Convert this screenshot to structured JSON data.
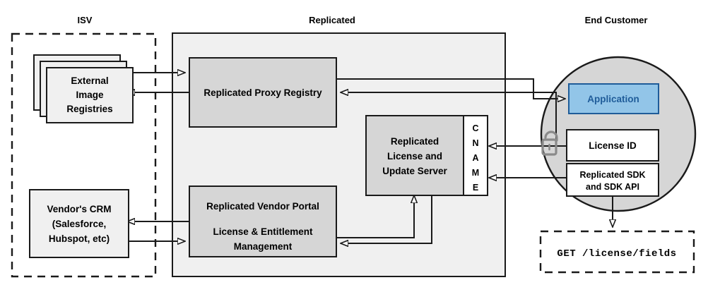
{
  "diagram": {
    "title_bar": {
      "isv": "ISV",
      "replicated": "Replicated",
      "end_customer": "End Customer"
    },
    "zones": [
      {
        "key": "isv",
        "label": "ISV",
        "style": "dashed"
      },
      {
        "key": "replicated",
        "label": "Replicated",
        "style": "filled"
      },
      {
        "key": "end_customer",
        "label": "End Customer",
        "style": "circle"
      }
    ],
    "nodes": {
      "external_image_registries": {
        "lines": [
          "External",
          "Image",
          "Registries"
        ],
        "zone": "isv",
        "shape": "stacked-rectangles",
        "stack_count": 3
      },
      "vendors_crm": {
        "lines": [
          "Vendor's CRM",
          "(Salesforce,",
          "Hubspot, etc)"
        ],
        "zone": "isv",
        "shape": "rectangle"
      },
      "replicated_proxy_registry": {
        "lines": [
          "Replicated Proxy Registry"
        ],
        "zone": "replicated",
        "shape": "rectangle"
      },
      "replicated_license_update_server": {
        "lines": [
          "Replicated",
          "License and",
          "Update Server"
        ],
        "zone": "replicated",
        "shape": "rectangle"
      },
      "cname_strip": {
        "letters": [
          "C",
          "N",
          "A",
          "M",
          "E"
        ],
        "label": "CNAME",
        "zone": "replicated",
        "shape": "vertical-strip"
      },
      "replicated_vendor_portal": {
        "lines": [
          "Replicated Vendor Portal",
          "",
          "License & Entitlement",
          "Management"
        ],
        "zone": "replicated",
        "shape": "rectangle"
      },
      "application": {
        "lines": [
          "Application"
        ],
        "zone": "end_customer",
        "shape": "rectangle",
        "highlight": true
      },
      "license_id": {
        "lines": [
          "License ID"
        ],
        "zone": "end_customer",
        "shape": "rectangle"
      },
      "replicated_sdk": {
        "lines": [
          "Replicated SDK",
          "and SDK API"
        ],
        "zone": "end_customer",
        "shape": "rectangle"
      },
      "license_fields_request": {
        "lines": [
          "GET /license/fields"
        ],
        "zone": "end_customer",
        "shape": "dashed-rectangle",
        "monospace": true
      },
      "unlock_icon": {
        "name": "unlock-icon",
        "zone": "end_customer"
      }
    },
    "colors": {
      "zone_fill": "#f0f0f0",
      "node_fill": "#d6d6d6",
      "light_node_fill": "#f0f0f0",
      "circle_fill": "#d6d6d6",
      "application_fill": "#92c5e8",
      "application_stroke": "#1f5c99",
      "application_text": "#1f5c99",
      "white_fill": "#ffffff",
      "stroke": "#1a1a1a",
      "lock_stroke": "#8a8a8a"
    },
    "connections": [
      {
        "from": "external_image_registries",
        "to": "replicated_proxy_registry",
        "direction": "right"
      },
      {
        "from": "replicated_proxy_registry",
        "to": "external_image_registries",
        "direction": "left"
      },
      {
        "from": "replicated_proxy_registry",
        "to": "application",
        "direction": "right"
      },
      {
        "from": "application",
        "to": "replicated_proxy_registry",
        "direction": "left"
      },
      {
        "from": "license_id",
        "to": "cname_strip",
        "direction": "left"
      },
      {
        "from": "replicated_sdk",
        "to": "cname_strip",
        "direction": "left"
      },
      {
        "from": "replicated_vendor_portal",
        "to": "replicated_license_update_server",
        "direction": "up"
      },
      {
        "from": "replicated_license_update_server",
        "to": "replicated_vendor_portal",
        "direction": "down-left"
      },
      {
        "from": "replicated_vendor_portal",
        "to": "vendors_crm",
        "direction": "left"
      },
      {
        "from": "vendors_crm",
        "to": "replicated_vendor_portal",
        "direction": "right"
      },
      {
        "from": "replicated_sdk",
        "to": "license_fields_request",
        "direction": "down"
      }
    ]
  }
}
